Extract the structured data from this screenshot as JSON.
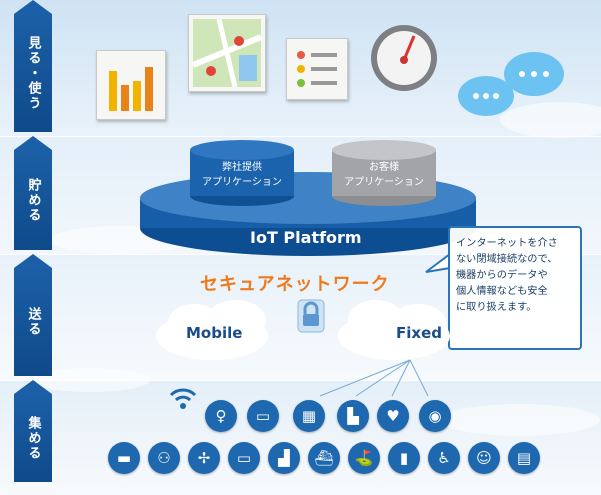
{
  "stages": [
    "見る・使う",
    "貯める",
    "送る",
    "集める"
  ],
  "platform": {
    "left_cylinder": [
      "弊社提供",
      "アプリケーション"
    ],
    "right_cylinder": [
      "お客様",
      "アプリケーション"
    ],
    "base_label": "IoT Platform"
  },
  "network": {
    "title": "セキュアネットワーク",
    "mobile": "Mobile",
    "fixed": "Fixed"
  },
  "callout_lines": [
    "インターネットを介さ",
    "ない閉域接続なので、",
    "機器からのデータや",
    "個人情報なども安全",
    "に取り扱えます。"
  ],
  "colors": {
    "brand_blue": "#1b5fa6",
    "accent_orange": "#ee7a1c",
    "icon_blue": "#1e68b0"
  },
  "top_icons": [
    "bar-chart-icon",
    "map-icon",
    "checklist-icon",
    "gauge-icon",
    "chat-bubbles-icon"
  ],
  "device_icons_row1": [
    "wifi-icon",
    "restroom-icon",
    "atm-icon",
    "building-icon",
    "factory-icon",
    "heart-monitor-icon",
    "cable-car-icon"
  ],
  "device_icons_row2": [
    "car-icon",
    "motorcycle-icon",
    "wind-turbine-icon",
    "card-icon",
    "factory-plant-icon",
    "ship-icon",
    "golfer-icon",
    "truck-icon",
    "wheelchair-icon",
    "person-icon",
    "document-icon"
  ]
}
